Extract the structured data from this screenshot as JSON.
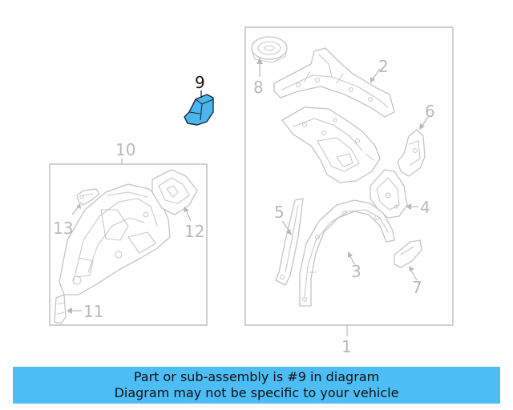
{
  "callouts": {
    "c1": "1",
    "c2": "2",
    "c3": "3",
    "c4": "4",
    "c5": "5",
    "c6": "6",
    "c7": "7",
    "c8": "8",
    "c9": "9",
    "c10": "10",
    "c11": "11",
    "c12": "12",
    "c13": "13"
  },
  "highlighted_part": "9",
  "colors": {
    "highlight": "#4ab6f0",
    "banner": "#4dbdf5",
    "line_art": "#c4c4c4",
    "callout_active": "#111111"
  },
  "banner": {
    "line1": "Part or sub-assembly is #9 in diagram",
    "line2": "Diagram may not be specific to your vehicle"
  }
}
